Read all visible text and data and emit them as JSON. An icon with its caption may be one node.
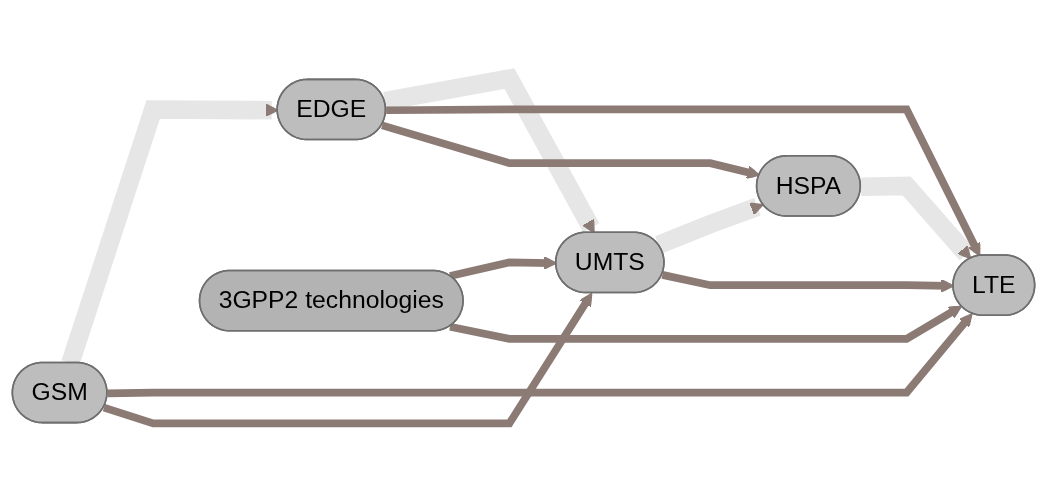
{
  "diagram": {
    "nodes": [
      {
        "text": [
          "GSM"
        ]
      },
      {
        "text": [
          "EDGE"
        ]
      },
      {
        "text": [
          "UMTS"
        ]
      },
      {
        "text": [
          "HSPA"
        ]
      },
      {
        "text": [
          "LTE"
        ]
      },
      {
        "text": [
          "3GPP2 technologies"
        ]
      }
    ],
    "edges": [
      {
        "from": 0,
        "to": 1,
        "arrow": "to",
        "style": "thick",
        "color": "#e6e6e6"
      },
      {
        "from": 1,
        "to": 2,
        "arrow": "to",
        "style": "thick",
        "color": "#e6e6e6"
      },
      {
        "from": 2,
        "to": 3,
        "arrow": "to",
        "style": "thick",
        "color": "#e6e6e6"
      },
      {
        "from": 3,
        "to": 4,
        "arrow": "to",
        "style": "thick",
        "color": "#e6e6e6"
      },
      {
        "from": 0,
        "to": 4,
        "arrow": "to"
      },
      {
        "from": 1,
        "to": 4,
        "arrow": "to"
      },
      {
        "from": 1,
        "to": 3,
        "arrow": "to"
      },
      {
        "from": 0,
        "to": 2,
        "arrow": "to"
      },
      {
        "from": 2,
        "to": 4,
        "arrow": "to"
      },
      {
        "from": 5,
        "to": 2,
        "arrow": "to"
      },
      {
        "from": 5,
        "to": 4,
        "arrow": "to"
      }
    ]
  }
}
